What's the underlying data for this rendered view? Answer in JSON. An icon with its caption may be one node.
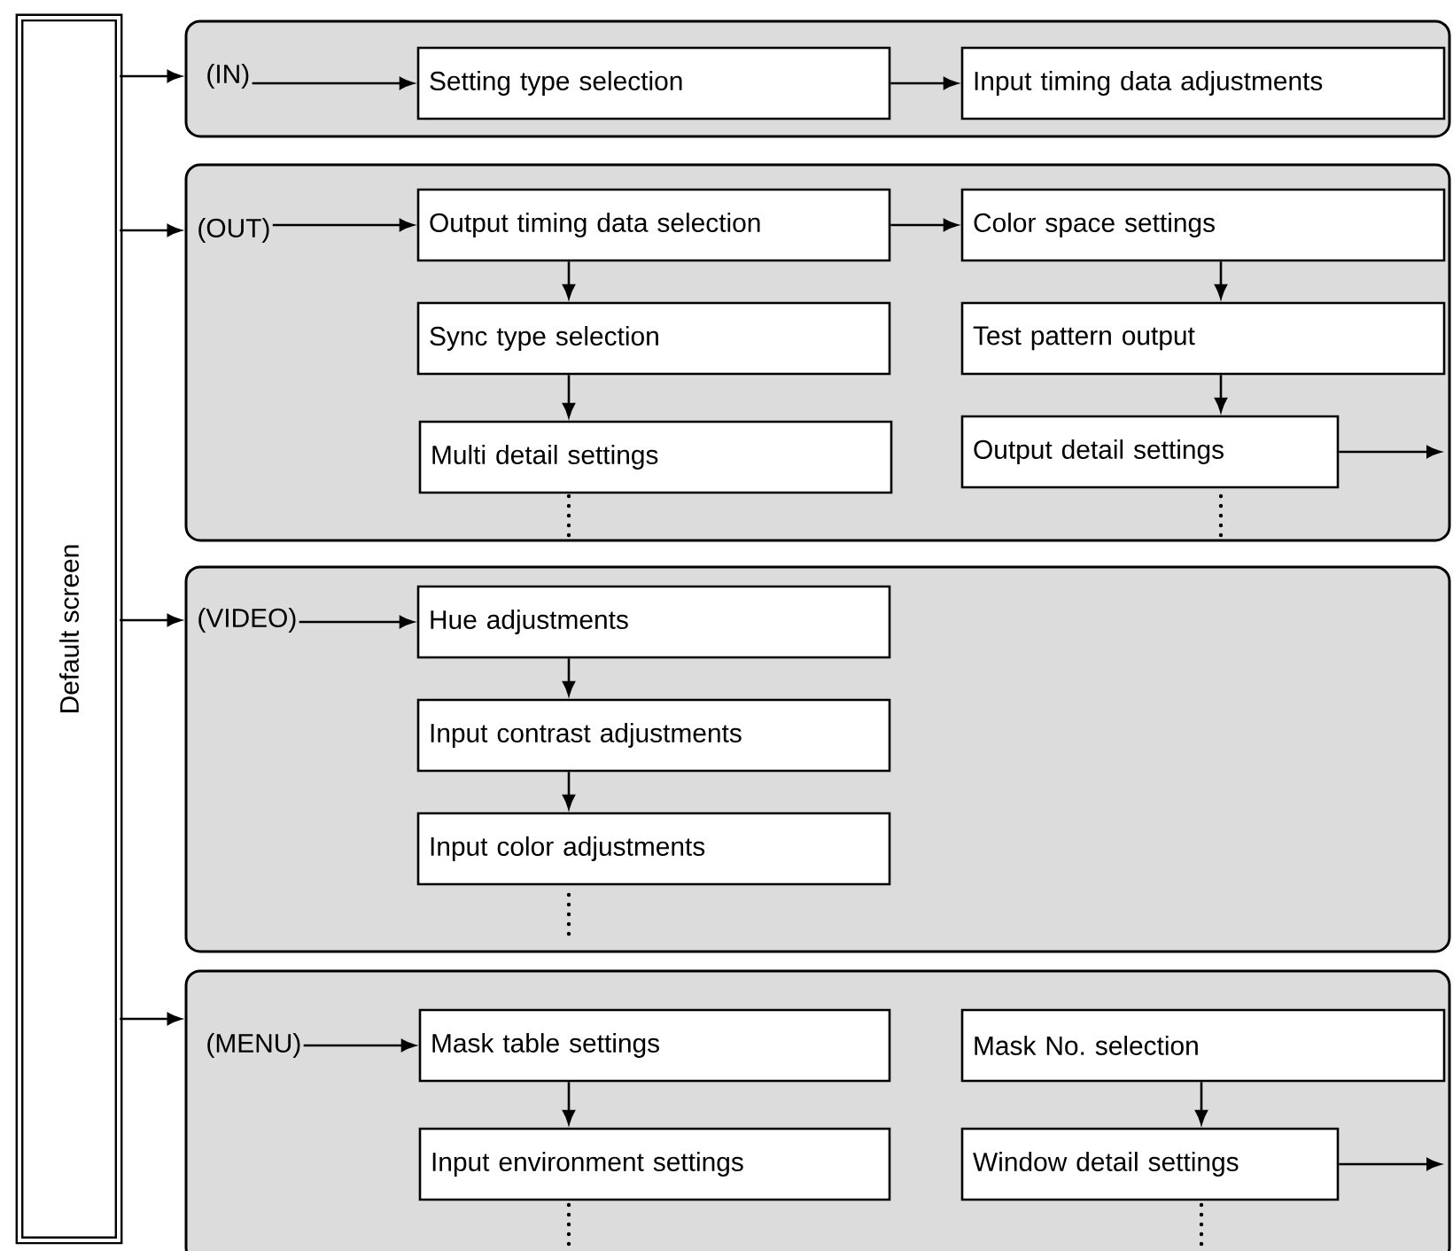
{
  "diagram": {
    "nodes": [
      {
        "text": [
          "Default screen"
        ]
      },
      {
        "text": [],
        "shape": "box"
      },
      {
        "text": [
          "(IN)"
        ],
        "in": 1
      },
      {
        "text": [
          "Setting type selection"
        ],
        "in": 1
      },
      {
        "text": [
          "Input timing data adjustments"
        ],
        "in": 1
      },
      {
        "text": [],
        "shape": "box"
      },
      {
        "text": [
          "(OUT)"
        ],
        "in": 5
      },
      {
        "text": [
          "Output timing data selection"
        ],
        "in": 5
      },
      {
        "text": [
          "Color space settings"
        ],
        "in": 5
      },
      {
        "text": [
          "Sync type selection"
        ],
        "in": 5
      },
      {
        "text": [
          "Test pattern output"
        ],
        "in": 5
      },
      {
        "text": [
          "Multi detail settings"
        ],
        "in": 5
      },
      {
        "text": [
          "Output detail settings"
        ],
        "in": 5
      },
      {
        "text": [],
        "shape": "box"
      },
      {
        "text": [
          "(VIDEO)"
        ],
        "in": 13
      },
      {
        "text": [
          "Hue adjustments"
        ],
        "in": 13
      },
      {
        "text": [
          "Input contrast adjustments"
        ],
        "in": 13
      },
      {
        "text": [
          "Input color adjustments"
        ],
        "in": 13
      },
      {
        "text": [],
        "shape": "box"
      },
      {
        "text": [
          "(MENU)"
        ],
        "in": 18
      },
      {
        "text": [
          "Mask table settings"
        ],
        "in": 18
      },
      {
        "text": [
          "Mask No. selection"
        ],
        "in": 18
      },
      {
        "text": [
          "Input environment settings"
        ],
        "in": 18
      },
      {
        "text": [
          "Window detail settings"
        ],
        "in": 18
      }
    ],
    "edges": [
      {
        "from": 0,
        "to": 1,
        "arrow": "to"
      },
      {
        "from": 0,
        "to": 5,
        "arrow": "to"
      },
      {
        "from": 0,
        "to": 13,
        "arrow": "to"
      },
      {
        "from": 0,
        "to": 18,
        "arrow": "to"
      },
      {
        "from": 2,
        "to": 3,
        "arrow": "to"
      },
      {
        "from": 3,
        "to": 4,
        "arrow": "to"
      },
      {
        "from": 6,
        "to": 7,
        "arrow": "to"
      },
      {
        "from": 7,
        "to": 8,
        "arrow": "to"
      },
      {
        "from": 7,
        "to": 9,
        "arrow": "to"
      },
      {
        "from": 9,
        "to": 11,
        "arrow": "to"
      },
      {
        "from": 8,
        "to": 10,
        "arrow": "to"
      },
      {
        "from": 10,
        "to": 12,
        "arrow": "to"
      },
      {
        "from": 12,
        "to": null,
        "arrow": "to"
      },
      {
        "from": 14,
        "to": 15,
        "arrow": "to"
      },
      {
        "from": 15,
        "to": 16,
        "arrow": "to"
      },
      {
        "from": 16,
        "to": 17,
        "arrow": "to"
      },
      {
        "from": 19,
        "to": 20,
        "arrow": "to"
      },
      {
        "from": 20,
        "to": 22,
        "arrow": "to"
      },
      {
        "from": 21,
        "to": 23,
        "arrow": "to"
      },
      {
        "from": 23,
        "to": null,
        "arrow": "to"
      }
    ]
  }
}
